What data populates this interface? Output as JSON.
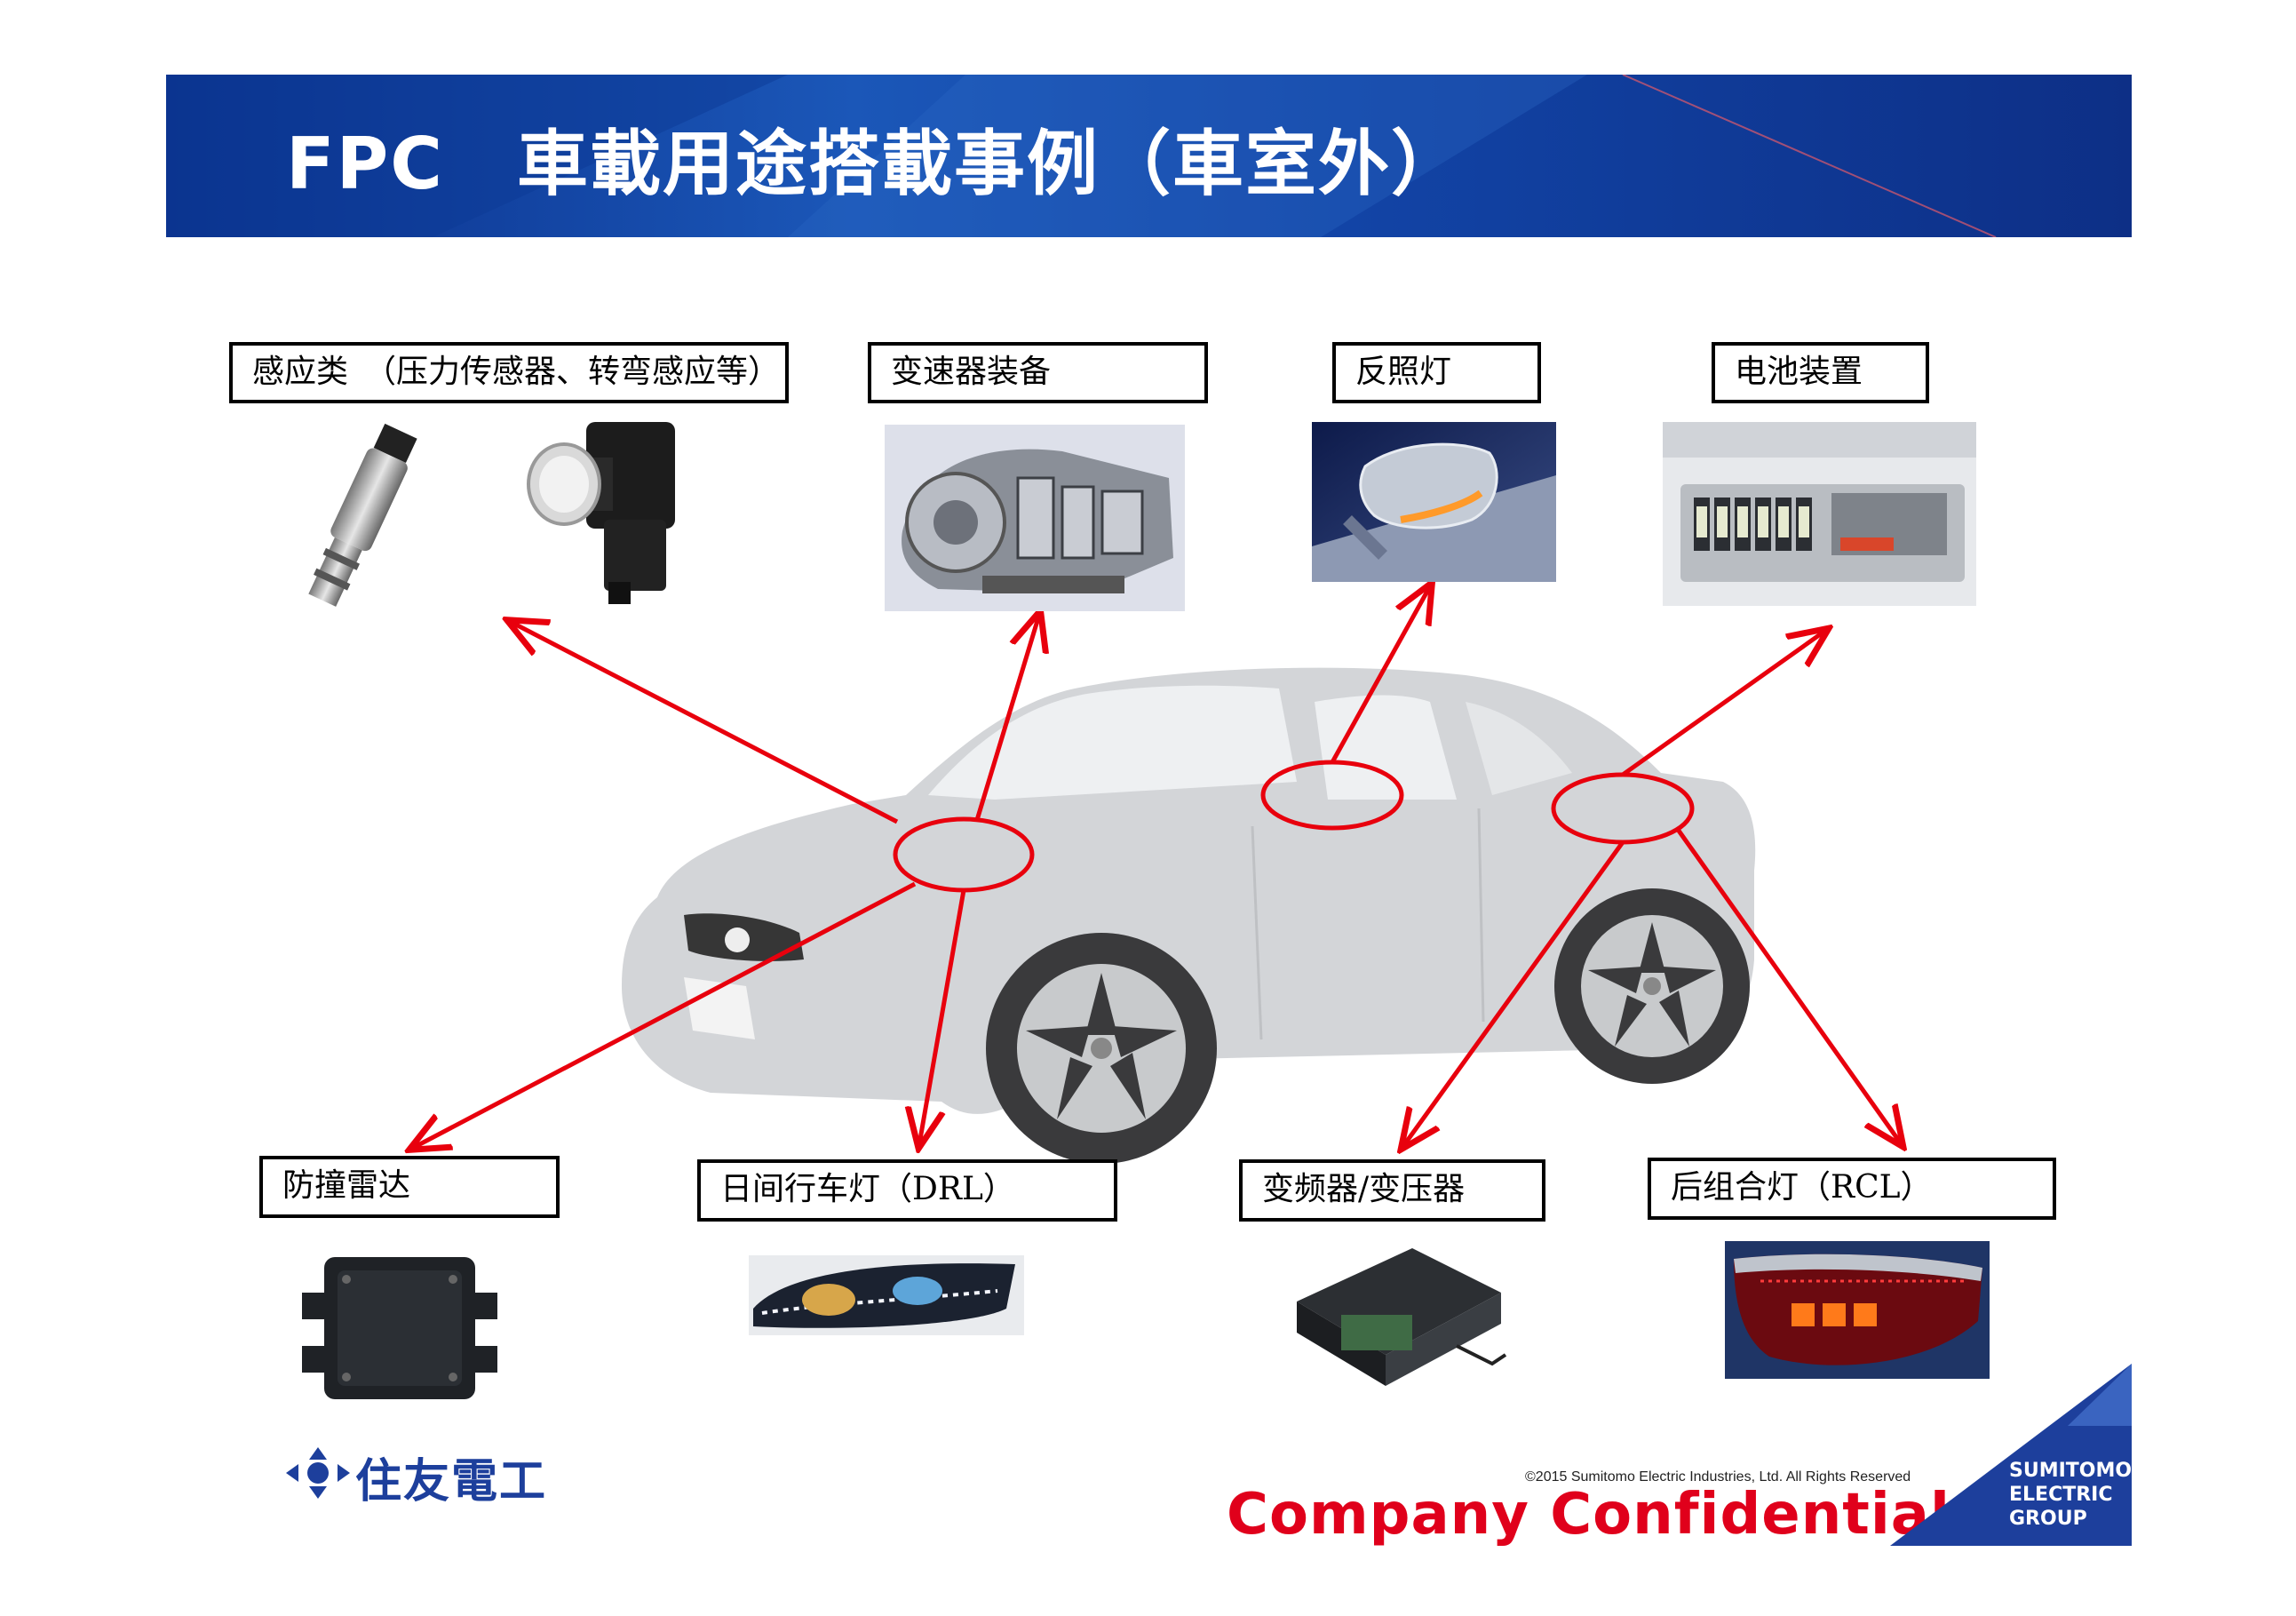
{
  "header": {
    "title": "FPC　車載用途搭載事例（車室外）"
  },
  "labels": {
    "sensor": "感应类　（压力传感器、转弯感应等）",
    "transmission": "变速器装备",
    "mirror_light": "反照灯",
    "battery": "电池装置",
    "radar": "防撞雷达",
    "drl": "日间行车灯（DRL）",
    "inverter": "变频器/变压器",
    "rcl": "后组合灯（RCL）"
  },
  "footer": {
    "copyright": "©2015 Sumitomo Electric Industries, Ltd. All Rights Reserved",
    "confidential": "Company Confidential",
    "company_logo_text": "住友電工",
    "group_badge_lines": [
      "SUMITOMO",
      "ELECTRIC",
      "GROUP"
    ]
  },
  "colors": {
    "banner": "#1447a8",
    "arrow": "#e8000d",
    "confidential": "#e0001b",
    "car_body": "#d3d5d8"
  }
}
